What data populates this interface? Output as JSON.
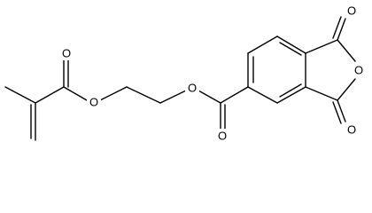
{
  "atom_labels": {
    "o_methacrylate_carbonyl": "O",
    "o_methacrylate_ester": "O",
    "o_ester_link": "O",
    "o_benzoate_carbonyl": "O",
    "o_anhydride_top": "O",
    "o_anhydride_ring": "O",
    "o_anhydride_bottom": "O"
  },
  "colors": {
    "bond": "#000000",
    "background": "#ffffff"
  }
}
